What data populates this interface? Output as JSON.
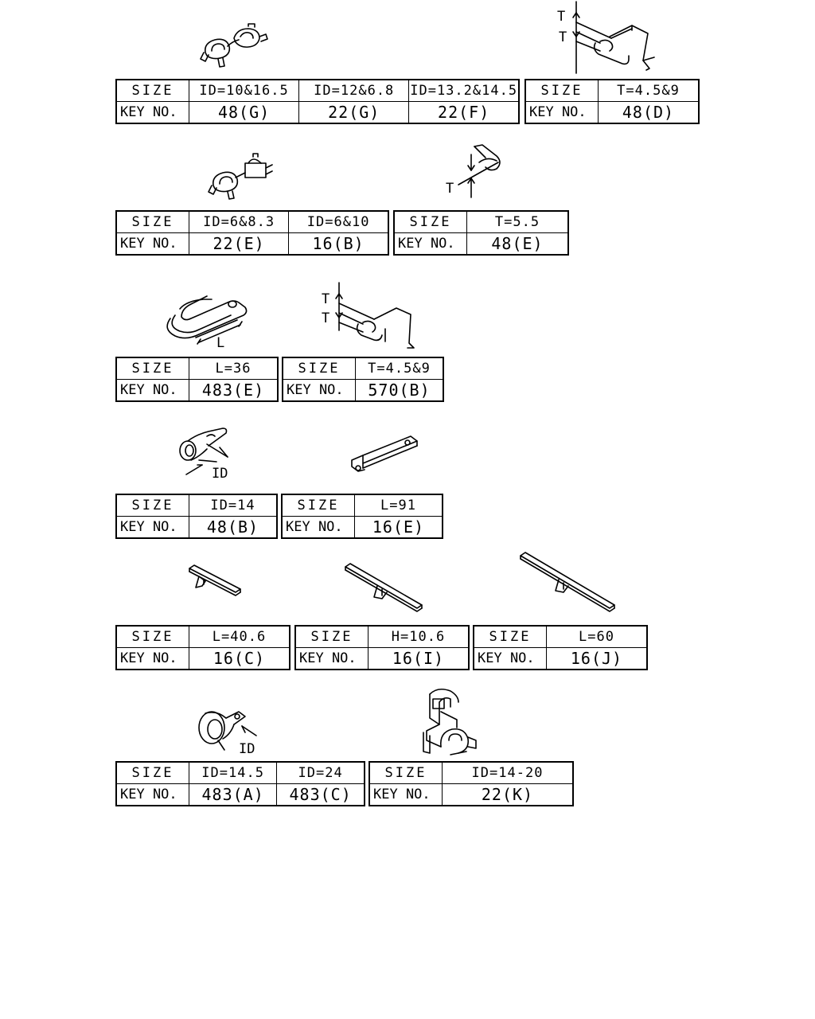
{
  "labels": {
    "size": "SIZE",
    "key": "KEY NO."
  },
  "dims": {
    "T": "T",
    "L": "L",
    "ID": "ID"
  },
  "tables": [
    {
      "cols": [
        {
          "size": "ID=10&16.5",
          "key": "48(G)"
        },
        {
          "size": "ID=12&6.8",
          "key": "22(G)"
        },
        {
          "size": "ID=13.2&14.5",
          "key": "22(F)"
        }
      ]
    },
    {
      "cols": [
        {
          "size": "T=4.5&9",
          "key": "48(D)"
        }
      ]
    },
    {
      "cols": [
        {
          "size": "ID=6&8.3",
          "key": "22(E)"
        },
        {
          "size": "ID=6&10",
          "key": "16(B)"
        }
      ]
    },
    {
      "cols": [
        {
          "size": "T=5.5",
          "key": "48(E)"
        }
      ]
    },
    {
      "cols": [
        {
          "size": "L=36",
          "key": "483(E)"
        }
      ]
    },
    {
      "cols": [
        {
          "size": "T=4.5&9",
          "key": "570(B)"
        }
      ]
    },
    {
      "cols": [
        {
          "size": "ID=14",
          "key": "48(B)"
        }
      ]
    },
    {
      "cols": [
        {
          "size": "L=91",
          "key": "16(E)"
        }
      ]
    },
    {
      "cols": [
        {
          "size": "L=40.6",
          "key": "16(C)"
        }
      ]
    },
    {
      "cols": [
        {
          "size": "H=10.6",
          "key": "16(I)"
        }
      ]
    },
    {
      "cols": [
        {
          "size": "L=60",
          "key": "16(J)"
        }
      ]
    },
    {
      "cols": [
        {
          "size": "ID=14.5",
          "key": "483(A)"
        },
        {
          "size": "ID=24",
          "key": "483(C)"
        }
      ]
    },
    {
      "cols": [
        {
          "size": "ID=14-20",
          "key": "22(K)"
        }
      ]
    }
  ]
}
